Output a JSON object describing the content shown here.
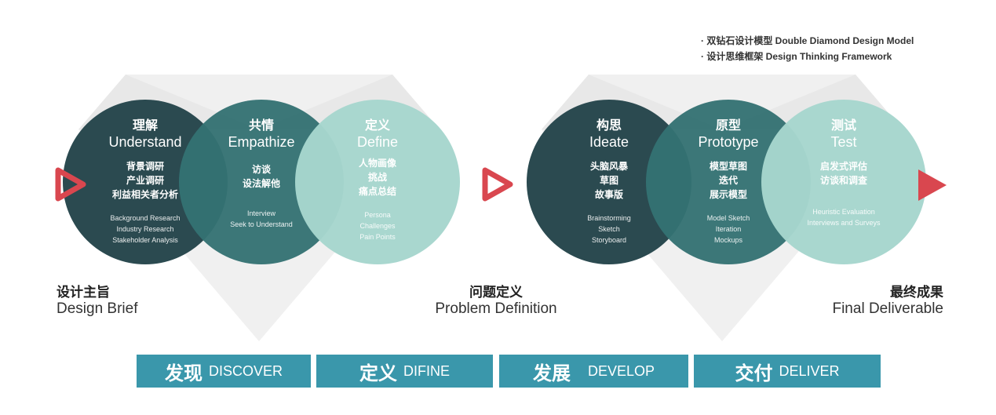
{
  "legend": [
    "· 双钻石设计模型 Double Diamond Design Model",
    "· 设计思维框架 Design Thinking Framework"
  ],
  "circles": [
    {
      "zh": "理解",
      "en": "Understand",
      "items_zh": [
        "背景调研",
        "产业调研",
        "利益相关者分析"
      ],
      "items_en": [
        "Background Research",
        "Industry Research",
        "Stakeholder Analysis"
      ]
    },
    {
      "zh": "共情",
      "en": "Empathize",
      "items_zh": [
        "访谈",
        "设法解他"
      ],
      "items_en": [
        "Interview",
        "Seek to Understand"
      ]
    },
    {
      "zh": "定义",
      "en": "Define",
      "items_zh": [
        "人物画像",
        "挑战",
        "痛点总结"
      ],
      "items_en": [
        "Persona",
        "Challenges",
        "Pain Points"
      ]
    },
    {
      "zh": "构思",
      "en": "Ideate",
      "items_zh": [
        "头脑风暴",
        "草图",
        "故事版"
      ],
      "items_en": [
        "Brainstorming",
        "Sketch",
        "Storyboard"
      ]
    },
    {
      "zh": "原型",
      "en": "Prototype",
      "items_zh": [
        "模型草图",
        "迭代",
        "展示模型"
      ],
      "items_en": [
        "Model Sketch",
        "Iteration",
        "Mockups"
      ]
    },
    {
      "zh": "测试",
      "en": "Test",
      "items_zh": [
        "启发式评估",
        "访谈和调查"
      ],
      "items_en": [
        "Heuristic Evaluation",
        "Interviews and Surveys"
      ]
    }
  ],
  "labels": [
    {
      "zh": "设计主旨",
      "en": "Design Brief"
    },
    {
      "zh": "问题定义",
      "en": "Problem Definition"
    },
    {
      "zh": "最终成果",
      "en": "Final Deliverable"
    }
  ],
  "phases": [
    {
      "zh": "发现",
      "en": "DISCOVER"
    },
    {
      "zh": "定义",
      "en": "DIFINE"
    },
    {
      "zh": "发展",
      "en": "DEVELOP"
    },
    {
      "zh": "交付",
      "en": "DELIVER"
    }
  ],
  "colors": {
    "dark": "#2b4a50",
    "mid": "#347172",
    "light": "#a6d6cd",
    "accent": "#d9474f",
    "bar": "#3a97ab"
  }
}
